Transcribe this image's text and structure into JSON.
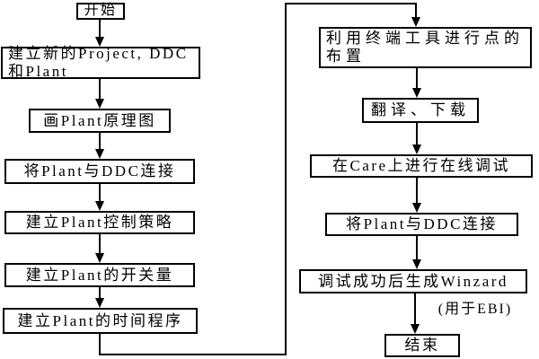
{
  "flowchart": {
    "background": "#ffffff",
    "line_color": "#000000",
    "box_border_color": "#000000",
    "text_color": "#000000",
    "left": [
      {
        "id": "start",
        "label": "开始"
      },
      {
        "id": "create-project",
        "label": "建立新的Project, DDC\n和Plant"
      },
      {
        "id": "draw-plant-diagram",
        "label": "画Plant原理图"
      },
      {
        "id": "connect-plant-ddc",
        "label": "将Plant与DDC连接"
      },
      {
        "id": "control-strategy",
        "label": "建立Plant控制策略"
      },
      {
        "id": "switch-points",
        "label": "建立Plant的开关量"
      },
      {
        "id": "time-program",
        "label": "建立Plant的时间程序"
      }
    ],
    "right": [
      {
        "id": "terminal-point-layout",
        "label": "利用终端工具进行点的\n布置"
      },
      {
        "id": "translate-download",
        "label": "翻译、下载"
      },
      {
        "id": "online-debug-care",
        "label": "在Care上进行在线调试"
      },
      {
        "id": "connect-plant-ddc-2",
        "label": "将Plant与DDC连接"
      },
      {
        "id": "generate-winzard",
        "label": "调试成功后生成Winzard"
      },
      {
        "id": "end",
        "label": "结束"
      }
    ],
    "annotation": "(用于EBI)"
  }
}
